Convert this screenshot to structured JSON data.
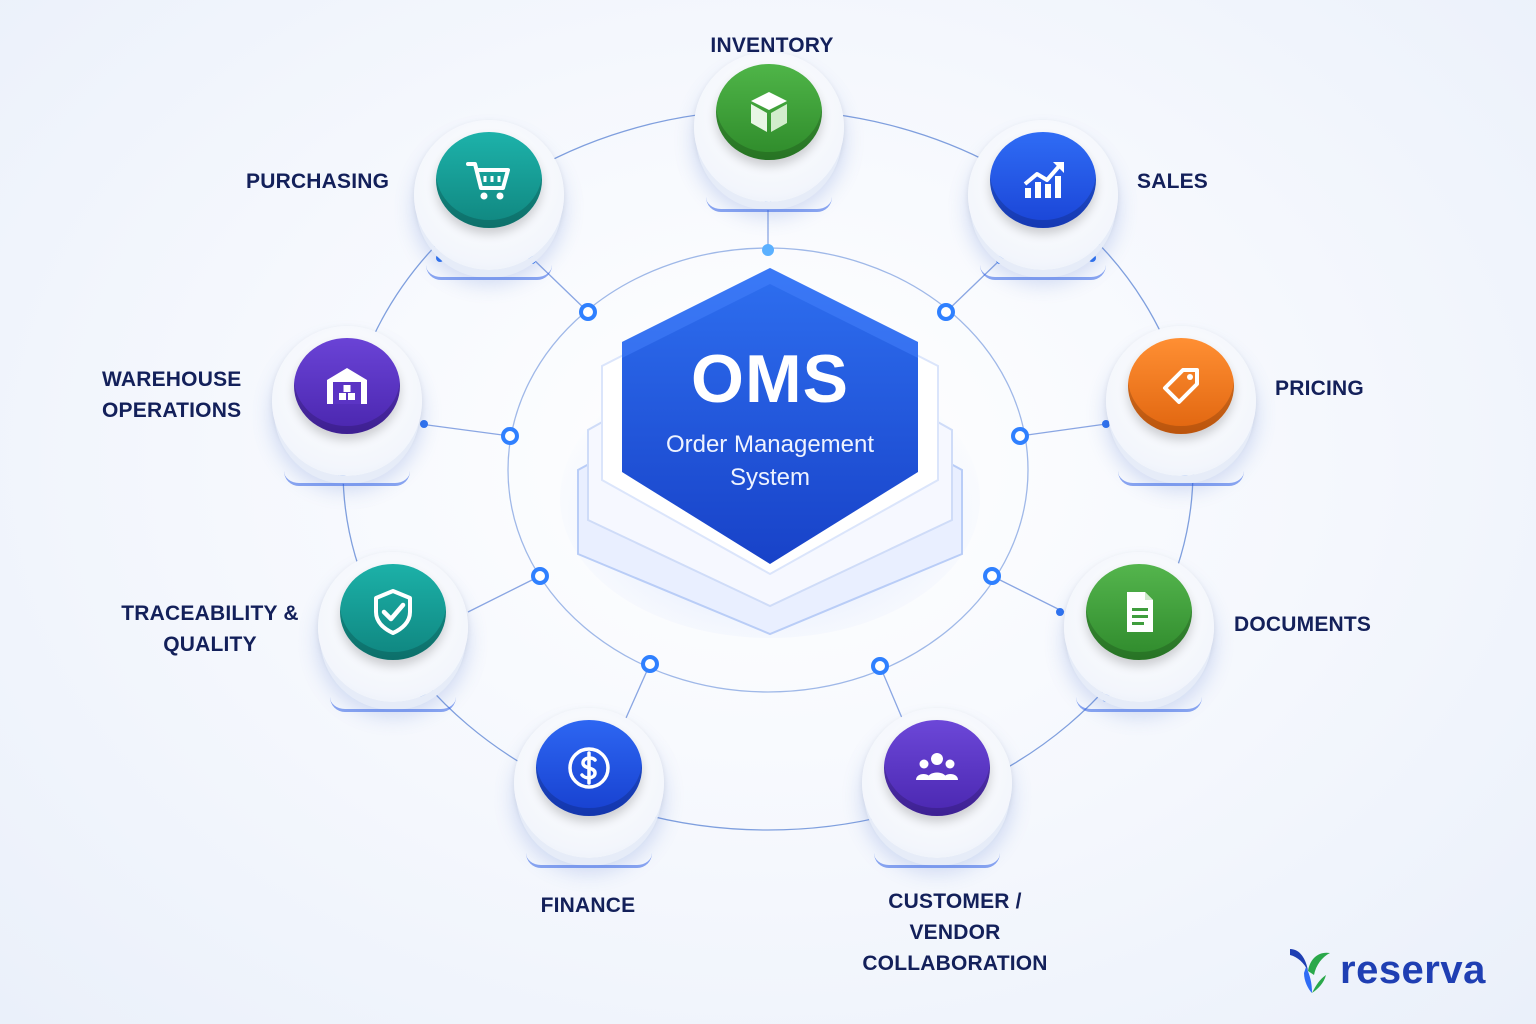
{
  "hub": {
    "title": "OMS",
    "subtitle_lines": [
      "Order Management",
      "System"
    ]
  },
  "modules": [
    {
      "key": "inventory",
      "label_lines": [
        "INVENTORY"
      ],
      "icon": "cube-icon",
      "color": "#3e9b3a"
    },
    {
      "key": "sales",
      "label_lines": [
        "SALES"
      ],
      "icon": "growth-chart-icon",
      "color": "#1f55e6"
    },
    {
      "key": "pricing",
      "label_lines": [
        "PRICING"
      ],
      "icon": "price-tag-icon",
      "color": "#f07a1f"
    },
    {
      "key": "documents",
      "label_lines": [
        "DOCUMENTS"
      ],
      "icon": "document-icon",
      "color": "#3f9d3d"
    },
    {
      "key": "collaboration",
      "label_lines": [
        "CUSTOMER /",
        "VENDOR",
        "COLLABORATION"
      ],
      "icon": "people-icon",
      "color": "#5a36c6"
    },
    {
      "key": "finance",
      "label_lines": [
        "FINANCE"
      ],
      "icon": "dollar-coin-icon",
      "color": "#1d4fe0"
    },
    {
      "key": "traceability",
      "label_lines": [
        "TRACEABILITY &",
        "QUALITY"
      ],
      "icon": "shield-check-icon",
      "color": "#159a93"
    },
    {
      "key": "warehouse",
      "label_lines": [
        "WAREHOUSE",
        "OPERATIONS"
      ],
      "icon": "warehouse-icon",
      "color": "#5b34c4"
    },
    {
      "key": "purchasing",
      "label_lines": [
        "PURCHASING"
      ],
      "icon": "shopping-cart-icon",
      "color": "#169c96"
    }
  ],
  "brand": {
    "name": "reserva",
    "color": "#1f3fb3",
    "accent": "#2aa84a"
  }
}
